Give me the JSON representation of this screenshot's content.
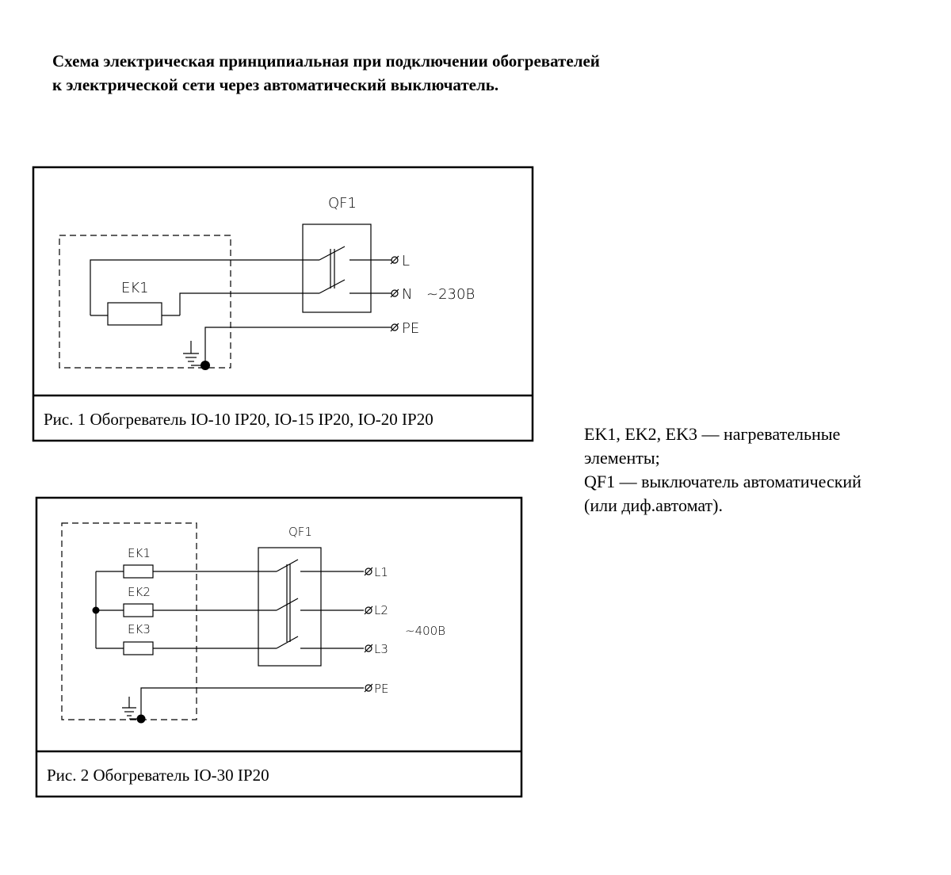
{
  "title": {
    "line1": "Схема электрическая принципиальная при подключении обогревателей",
    "line2": "к электрической сети через автоматический выключатель."
  },
  "fig1": {
    "caption": "Рис. 1 Обогреватель IO-10 IP20, IO-15 IP20, IO-20 IP20",
    "breaker": "QF1",
    "element": "EK1",
    "terminal_L": "L",
    "terminal_N": "N",
    "terminal_PE": "PE",
    "voltage": "~230В"
  },
  "fig2": {
    "caption": "Рис. 2 Обогреватель IO-30 IP20",
    "breaker": "QF1",
    "elements": [
      "EK1",
      "EK2",
      "EK3"
    ],
    "terminal_L1": "L1",
    "terminal_L2": "L2",
    "terminal_L3": "L3",
    "terminal_PE": "PE",
    "voltage": "~400В"
  },
  "legend": {
    "line1": "EK1, EK2, EK3 — нагревательные",
    "line2": "элементы;",
    "line3": "QF1 — выключатель автоматический",
    "line4": "(или диф.автомат)."
  }
}
